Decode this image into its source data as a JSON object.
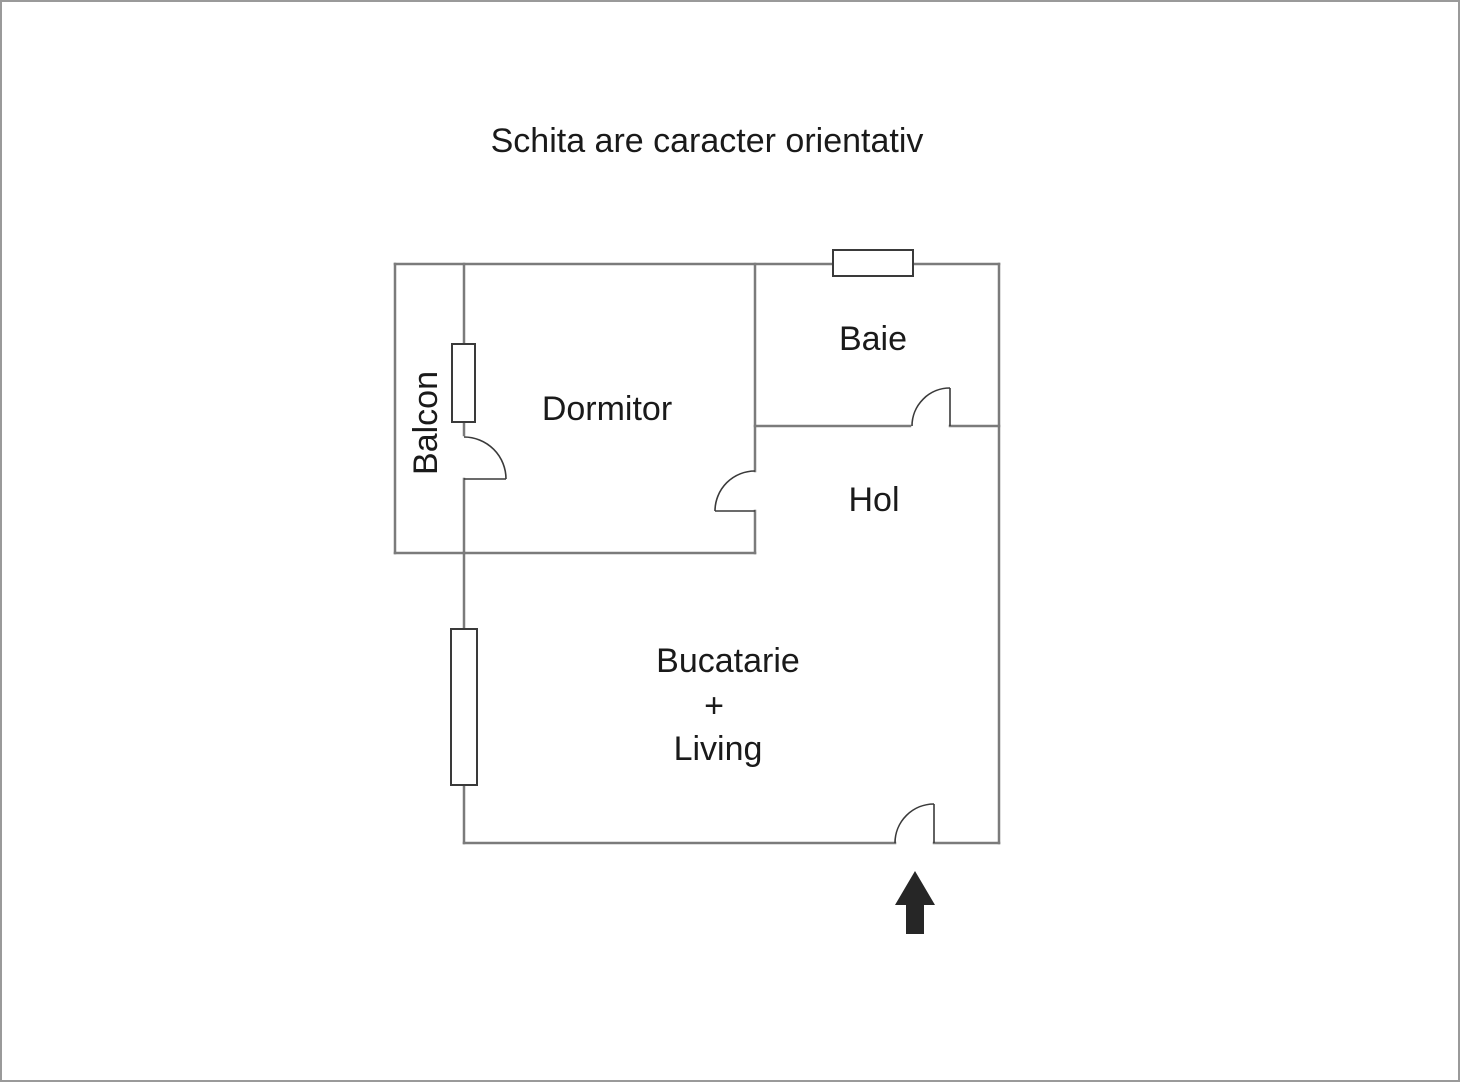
{
  "title": "Schita are caracter orientativ",
  "rooms": {
    "balcon": {
      "label": "Balcon"
    },
    "dormitor": {
      "label": "Dormitor"
    },
    "baie": {
      "label": "Baie"
    },
    "hol": {
      "label": "Hol"
    },
    "living": {
      "line1": "Bucatarie",
      "line2": "+",
      "line3": "Living"
    }
  },
  "icons": {
    "entrance_arrow": "up-arrow"
  },
  "colors": {
    "wall": "#7b7b7b",
    "detail": "#3a3a3a",
    "text": "#1a1a1a",
    "border": "#9a9a9a",
    "bg": "#ffffff",
    "arrow": "#262626"
  }
}
